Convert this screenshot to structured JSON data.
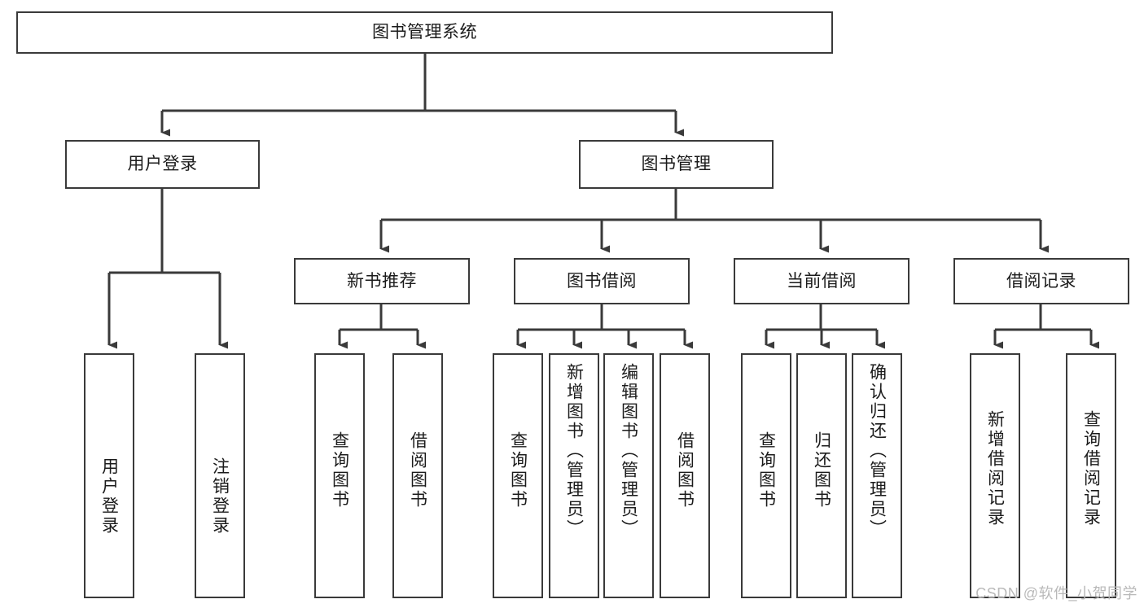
{
  "diagram": {
    "type": "tree",
    "title": "图书管理系统",
    "watermark": "CSDN @软件_小贺同学",
    "colors": {
      "box_border": "#3a3a3a",
      "box_fill": "#ffffff",
      "connector": "#3a3a3a",
      "text": "#1b1b1b",
      "watermark": "#b9b9b9"
    },
    "root": {
      "label": "图书管理系统"
    },
    "level2": [
      {
        "label": "用户登录"
      },
      {
        "label": "图书管理"
      }
    ],
    "level3": [
      {
        "label": "新书推荐"
      },
      {
        "label": "图书借阅"
      },
      {
        "label": "当前借阅"
      },
      {
        "label": "借阅记录"
      }
    ],
    "leaves": {
      "user_login": [
        {
          "label": "用户登录"
        },
        {
          "label": "注销登录"
        }
      ],
      "new_book_recommend": [
        {
          "label": "查询图书"
        },
        {
          "label": "借阅图书"
        }
      ],
      "book_borrow": [
        {
          "label": "查询图书"
        },
        {
          "label": "新增图书（管理员）"
        },
        {
          "label": "编辑图书（管理员）"
        },
        {
          "label": "借阅图书"
        }
      ],
      "current_borrow": [
        {
          "label": "查询图书"
        },
        {
          "label": "归还图书"
        },
        {
          "label": "确认归还（管理员）"
        }
      ],
      "borrow_record": [
        {
          "label": "新增借阅记录"
        },
        {
          "label": "查询借阅记录"
        }
      ]
    }
  }
}
